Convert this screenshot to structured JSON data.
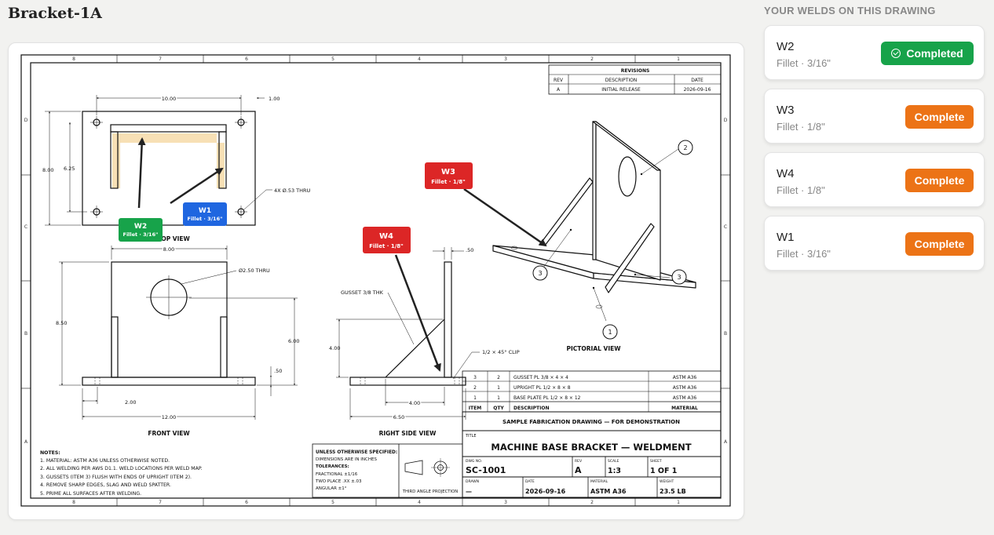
{
  "page": {
    "title": "Bracket-1A"
  },
  "panel": {
    "heading": "YOUR WELDS ON THIS DRAWING",
    "welds": [
      {
        "id": "W2",
        "type": "Fillet · 3/16\"",
        "action": "Completed",
        "status": "completed"
      },
      {
        "id": "W3",
        "type": "Fillet · 1/8\"",
        "action": "Complete",
        "status": "pending"
      },
      {
        "id": "W4",
        "type": "Fillet · 1/8\"",
        "action": "Complete",
        "status": "pending"
      },
      {
        "id": "W1",
        "type": "Fillet · 3/16\"",
        "action": "Complete",
        "status": "pending"
      }
    ]
  },
  "colors": {
    "complete": "#ec7316",
    "completed": "#17a34a",
    "w1": "#1f66e0",
    "w2": "#17a34a",
    "w3": "#dc2626",
    "w4": "#dc2626"
  },
  "drawing": {
    "zones_cols": [
      "8",
      "7",
      "6",
      "5",
      "4",
      "3",
      "2",
      "1"
    ],
    "zones_rows": [
      "D",
      "C",
      "B",
      "A"
    ],
    "revisions": {
      "title": "REVISIONS",
      "headers": [
        "REV",
        "DESCRIPTION",
        "DATE"
      ],
      "row": [
        "A",
        "INITIAL RELEASE",
        "2026-09-16"
      ]
    },
    "top_view": {
      "label": "TOP VIEW",
      "dim_width": "10.00",
      "dim_offset": "1.00",
      "dim_height": "8.00",
      "dim_inner": "6.25",
      "hole_note": "4X Ø.53 THRU"
    },
    "front_view": {
      "label": "FRONT VIEW",
      "dim_top": "8.00",
      "hole_note": "Ø2.50 THRU",
      "dim_height": "8.50",
      "dim_right": "6.00",
      "dim_plate": ".50",
      "dim_left": "2.00",
      "dim_total": "12.00"
    },
    "side_view": {
      "label": "RIGHT SIDE VIEW",
      "dim_thk": ".50",
      "gusset_note": "GUSSET 3/8 THK",
      "dim_height": "4.00",
      "clip_note": "1/2 × 45° CLIP",
      "dim_gusset": "4.00",
      "dim_base": "6.50"
    },
    "pictorial": {
      "label": "PICTORIAL VIEW",
      "balloons": [
        "1",
        "2",
        "3",
        "3"
      ]
    },
    "bom": {
      "rows": [
        [
          "3",
          "2",
          "GUSSET PL 3/8 × 4 × 4",
          "ASTM A36"
        ],
        [
          "2",
          "1",
          "UPRIGHT PL 1/2 × 8 × 8",
          "ASTM A36"
        ],
        [
          "1",
          "1",
          "BASE PLATE PL 1/2 × 8 × 12",
          "ASTM A36"
        ]
      ],
      "headers": [
        "ITEM",
        "QTY",
        "DESCRIPTION",
        "MATERIAL"
      ]
    },
    "title_block": {
      "banner": "SAMPLE FABRICATION DRAWING — FOR DEMONSTRATION",
      "title_label": "TITLE",
      "title": "MACHINE BASE BRACKET — WELDMENT",
      "dwg_label": "DWG NO.",
      "dwg": "SC-1001",
      "rev_label": "REV",
      "rev": "A",
      "scale_label": "SCALE",
      "scale": "1:3",
      "sheet_label": "SHEET",
      "sheet": "1 OF 1",
      "drawn_label": "DRAWN",
      "drawn": "—",
      "date_label": "DATE",
      "date": "2026-09-16",
      "material_label": "MATERIAL",
      "material": "ASTM A36",
      "weight_label": "WEIGHT",
      "weight": "23.5 LB"
    },
    "tolerances": {
      "lines": [
        "UNLESS OTHERWISE SPECIFIED:",
        "DIMENSIONS ARE IN INCHES",
        "TOLERANCES:",
        "FRACTIONAL ±1/16",
        "TWO PLACE .XX ±.03",
        "ANGULAR ±1°"
      ],
      "projection": "THIRD ANGLE PROJECTION"
    },
    "notes": [
      "NOTES:",
      "1. MATERIAL: ASTM A36 UNLESS OTHERWISE NOTED.",
      "2. ALL WELDING PER AWS D1.1. WELD LOCATIONS PER WELD MAP.",
      "3. GUSSETS (ITEM 3) FLUSH WITH ENDS OF UPRIGHT (ITEM 2).",
      "4. REMOVE SHARP EDGES, SLAG AND WELD SPATTER.",
      "5. PRIME ALL SURFACES AFTER WELDING."
    ],
    "weld_labels": [
      {
        "id": "W1",
        "type": "Fillet · 3/16\""
      },
      {
        "id": "W2",
        "type": "Fillet · 3/16\""
      },
      {
        "id": "W3",
        "type": "Fillet · 1/8\""
      },
      {
        "id": "W4",
        "type": "Fillet · 1/8\""
      }
    ]
  }
}
